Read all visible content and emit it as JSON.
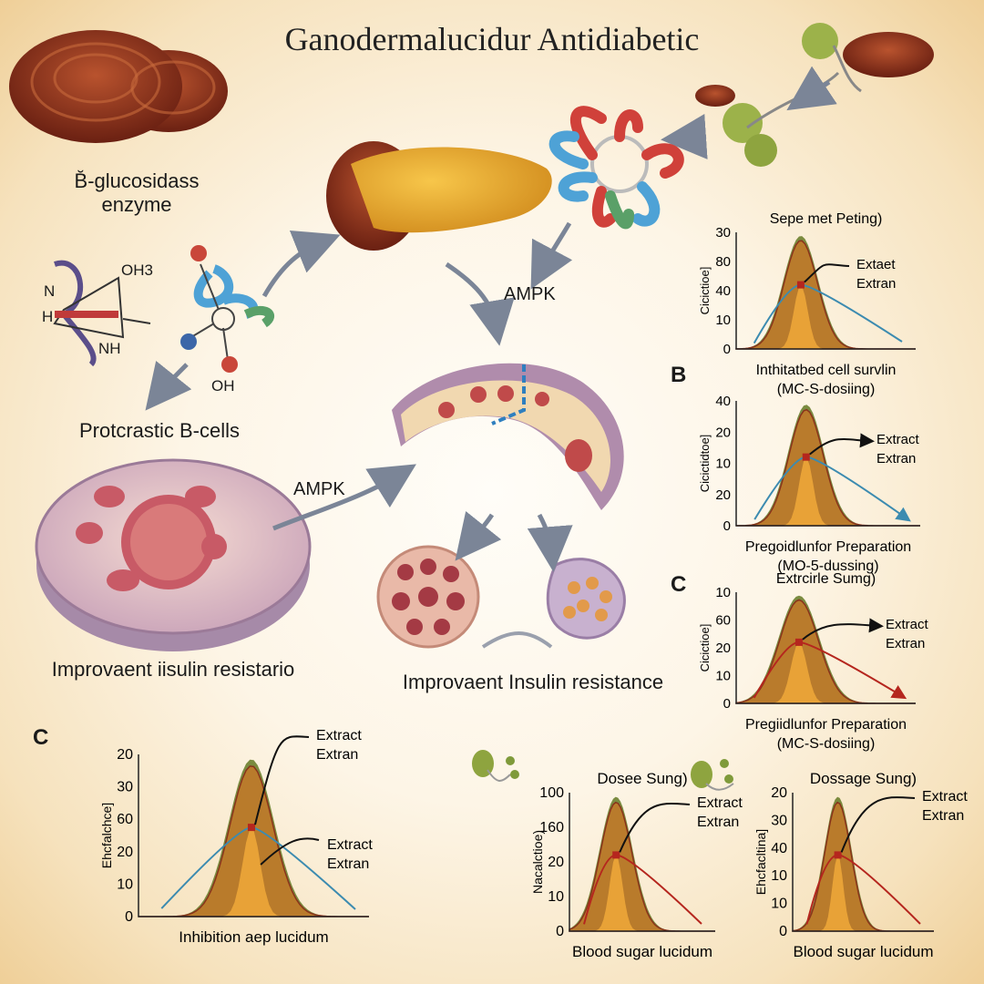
{
  "title": "Ganodermalucidur Antidiabetic",
  "labels": {
    "enzyme_line1": "B̆-glucosidass",
    "enzyme_line2": "enzyme",
    "beta_cells": "Protcrastic B-cells",
    "improv_left": "Improvaent iisulin resistario",
    "improv_center": "Improvaent Insulin resistance",
    "ampk_top": "AMPK",
    "ampk_left": "AMPK"
  },
  "molecule_labels": [
    "OH3",
    "N",
    "H",
    "NH",
    "OH"
  ],
  "panel_letters": [
    "B",
    "C",
    "C"
  ],
  "colors": {
    "curve_green": "#6b7f2e",
    "curve_dark_orange": "#c07a2a",
    "curve_light_orange": "#f0a93a",
    "line_red": "#b5261e",
    "line_blue": "#3c8bb0",
    "mushroom_brown": "#8a2f1a"
  },
  "chart_data": [
    {
      "type": "area",
      "title": "Sepe met Peting)",
      "ylabel": "Cicictioe]",
      "xlabel": [
        "Inthitatbed cell survlin",
        "(MC-S-dosiing)"
      ],
      "yticks": [
        "0",
        "10",
        "40",
        "80",
        "30"
      ],
      "annotation": [
        "Extaet",
        "Extran"
      ],
      "grid": false
    },
    {
      "type": "area",
      "title": "",
      "ylabel": "Cicictidtoe]",
      "xlabel": [
        "Pregoidlunfor Preparation",
        "(MO-5-dussing)"
      ],
      "yticks": [
        "0",
        "20",
        "10",
        "20",
        "40"
      ],
      "annotation": [
        "Extract",
        "Extran"
      ],
      "grid": false
    },
    {
      "type": "area",
      "title": "Extrcirle Sumg)",
      "ylabel": "Cicictioe]",
      "xlabel": [
        "Pregiidlunfor Preparation",
        "(MC-S-dosiing)"
      ],
      "yticks": [
        "0",
        "10",
        "20",
        "60",
        "10"
      ],
      "annotation": [
        "Extract",
        "Extran"
      ],
      "grid": false
    },
    {
      "type": "area",
      "title": "",
      "ylabel": "Ehcfalchce]",
      "xlabel": [
        "Inhibition aep lucidum"
      ],
      "yticks": [
        "0",
        "10",
        "20",
        "60",
        "30",
        "20"
      ],
      "annotation": [
        "Extract",
        "Extran"
      ],
      "annotation2": [
        "Extract",
        "Extran"
      ],
      "grid": false
    },
    {
      "type": "area",
      "title": "Dosee Sung)",
      "ylabel": "Nacalctioe)",
      "xlabel": [
        "Blood sugar lucidum"
      ],
      "yticks": [
        "0",
        "10",
        "20",
        "160",
        "100"
      ],
      "annotation": [
        "Extract",
        "Extran"
      ],
      "grid": false
    },
    {
      "type": "area",
      "title": "Dossage Sung)",
      "ylabel": "Ehcfacltina]",
      "xlabel": [
        "Blood sugar lucidum"
      ],
      "yticks": [
        "0",
        "10",
        "10",
        "40",
        "30",
        "20"
      ],
      "annotation": [
        "Extract",
        "Extran"
      ],
      "grid": false
    }
  ]
}
